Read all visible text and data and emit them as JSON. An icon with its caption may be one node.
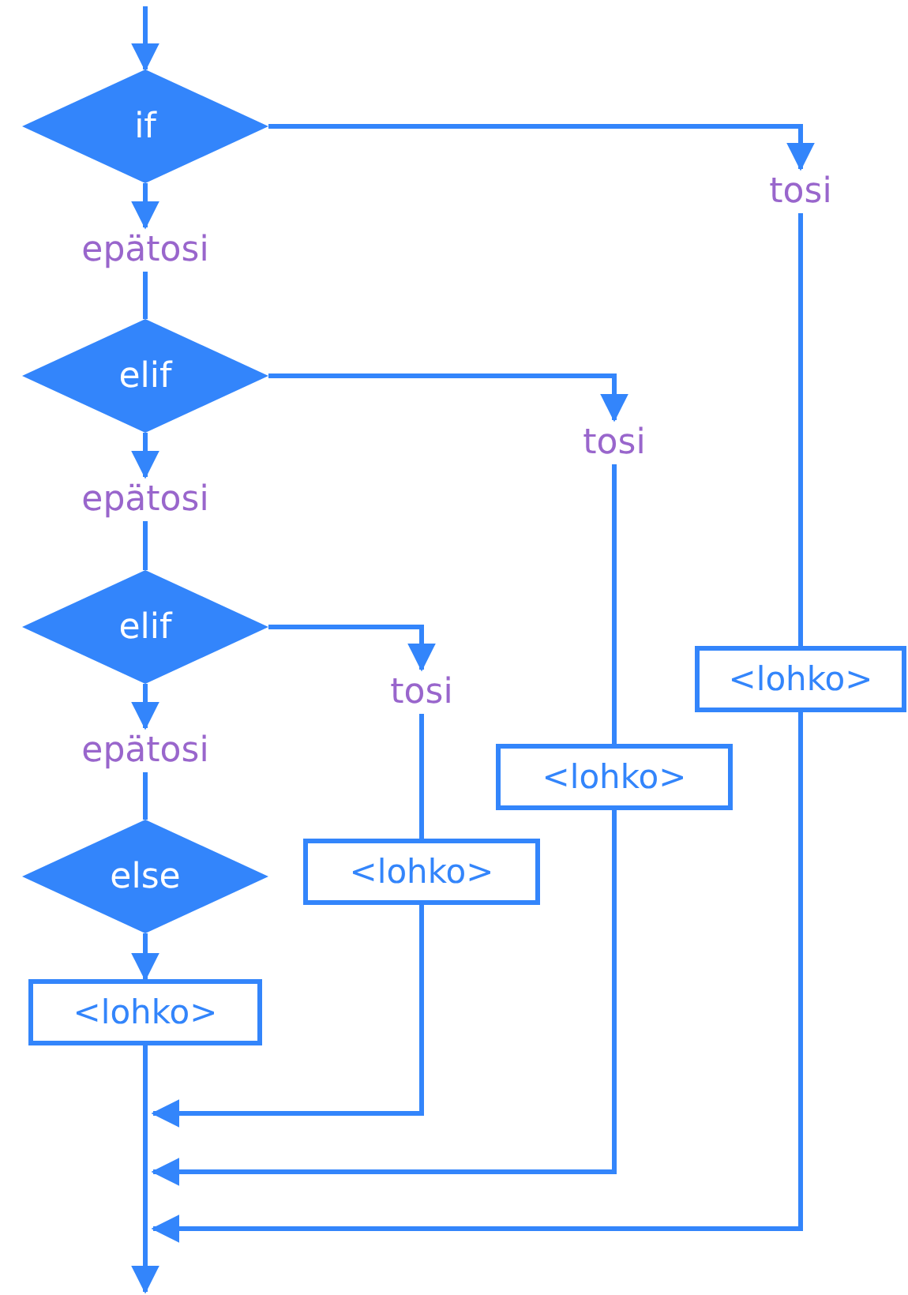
{
  "diagram": {
    "nodes": [
      {
        "text": [
          "if"
        ]
      },
      {
        "text": [
          "epätosi"
        ]
      },
      {
        "text": [
          "tosi"
        ]
      },
      {
        "text": [
          "elif"
        ]
      },
      {
        "text": [
          "epätosi"
        ]
      },
      {
        "text": [
          "tosi"
        ]
      },
      {
        "text": [
          "elif"
        ]
      },
      {
        "text": [
          "epätosi"
        ]
      },
      {
        "text": [
          "tosi"
        ]
      },
      {
        "text": [
          "else"
        ]
      },
      {
        "text": [
          "<lohko>"
        ]
      },
      {
        "text": [
          "<lohko>"
        ]
      },
      {
        "text": [
          "<lohko>"
        ]
      },
      {
        "text": [
          "<lohko>"
        ]
      }
    ],
    "edges": [
      {
        "from": null,
        "to": 0,
        "arrow": "to"
      },
      {
        "from": 0,
        "to": 1,
        "arrow": "to"
      },
      {
        "from": 0,
        "to": 2,
        "arrow": "to"
      },
      {
        "from": 1,
        "to": 3,
        "arrow": "none"
      },
      {
        "from": 3,
        "to": 4,
        "arrow": "to"
      },
      {
        "from": 3,
        "to": 5,
        "arrow": "to"
      },
      {
        "from": 4,
        "to": 6,
        "arrow": "none"
      },
      {
        "from": 6,
        "to": 7,
        "arrow": "to"
      },
      {
        "from": 6,
        "to": 8,
        "arrow": "to"
      },
      {
        "from": 7,
        "to": 9,
        "arrow": "none"
      },
      {
        "from": 9,
        "to": 10,
        "arrow": "to"
      },
      {
        "from": 2,
        "to": 13,
        "arrow": "none"
      },
      {
        "from": 5,
        "to": 12,
        "arrow": "none"
      },
      {
        "from": 8,
        "to": 11,
        "arrow": "none"
      },
      {
        "from": 10,
        "to": null,
        "arrow": "to"
      },
      {
        "from": 11,
        "to": null,
        "arrow": "to"
      },
      {
        "from": 12,
        "to": null,
        "arrow": "to"
      },
      {
        "from": 13,
        "to": null,
        "arrow": "to"
      }
    ]
  }
}
